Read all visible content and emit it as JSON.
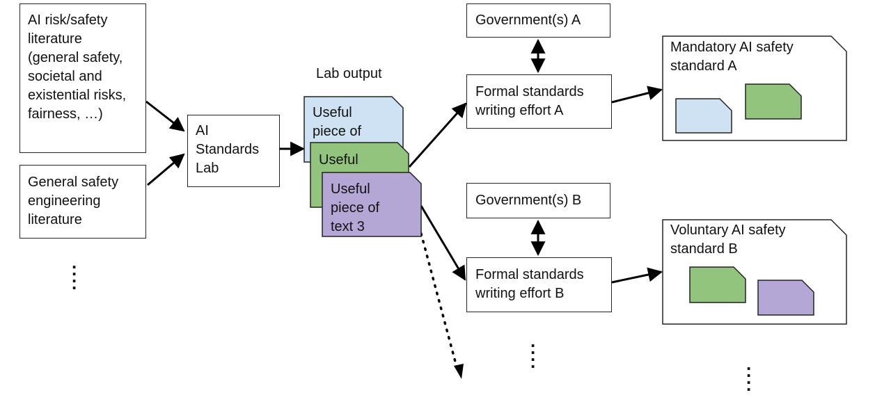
{
  "sources": {
    "ai_risk": "AI risk/safety\nliterature\n(general safety,\nsocietal and\nexistential risks,\nfairness, …)",
    "general_safety": "General safety\nengineering\nliterature"
  },
  "lab": "AI\nStandards\nLab",
  "lab_output_label": "Lab output",
  "outputs": {
    "piece1": "Useful\npiece of",
    "piece2": "Useful",
    "piece3": "Useful\npiece of\ntext 3"
  },
  "governments": {
    "a": "Government(s) A",
    "b": "Government(s) B"
  },
  "efforts": {
    "a": "Formal standards\nwriting effort A",
    "b": "Formal standards\nwriting effort B"
  },
  "standards": {
    "a": "Mandatory AI safety\nstandard A",
    "b": "Voluntary AI safety\nstandard B"
  },
  "colors": {
    "blue": "#cfe2f3",
    "green": "#93c47d",
    "purple": "#b4a7d6",
    "stroke": "#222222"
  }
}
